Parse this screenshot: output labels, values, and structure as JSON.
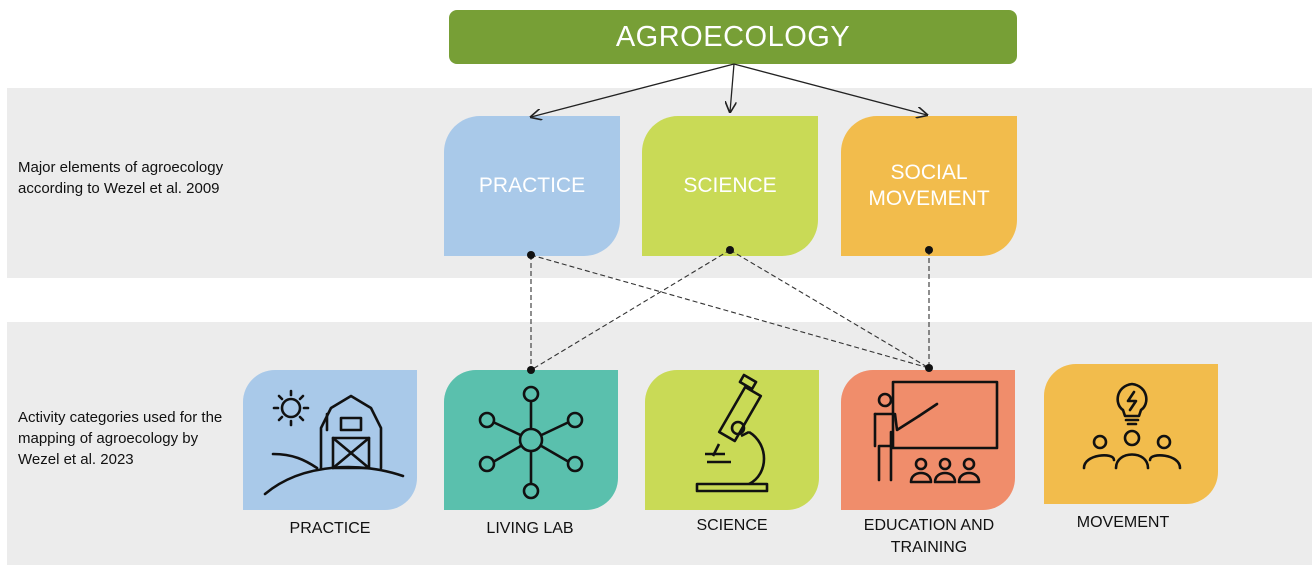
{
  "title": "AGROECOLOGY",
  "rows": {
    "top_label": "Major elements of agroecology according to Wezel et al. 2009",
    "bottom_label": "Activity categories used for the mapping  of agroecology by Wezel et al. 2023"
  },
  "elements": [
    {
      "label": "PRACTICE",
      "color": "#a9c9e9"
    },
    {
      "label": "SCIENCE",
      "color": "#c9da56"
    },
    {
      "label": "SOCIAL\nMOVEMENT",
      "color": "#f2bc4c"
    }
  ],
  "categories": [
    {
      "label": "PRACTICE",
      "color": "#a9c9e9",
      "icon": "barn-with-sun-icon"
    },
    {
      "label": "LIVING LAB",
      "color": "#5ac0ad",
      "icon": "network-icon"
    },
    {
      "label": "SCIENCE",
      "color": "#c9da56",
      "icon": "microscope-icon"
    },
    {
      "label": "EDUCATION AND\nTRAINING",
      "color": "#f08d6b",
      "icon": "teacher-icon"
    },
    {
      "label": "MOVEMENT",
      "color": "#f2bc4c",
      "icon": "people-idea-icon"
    }
  ]
}
